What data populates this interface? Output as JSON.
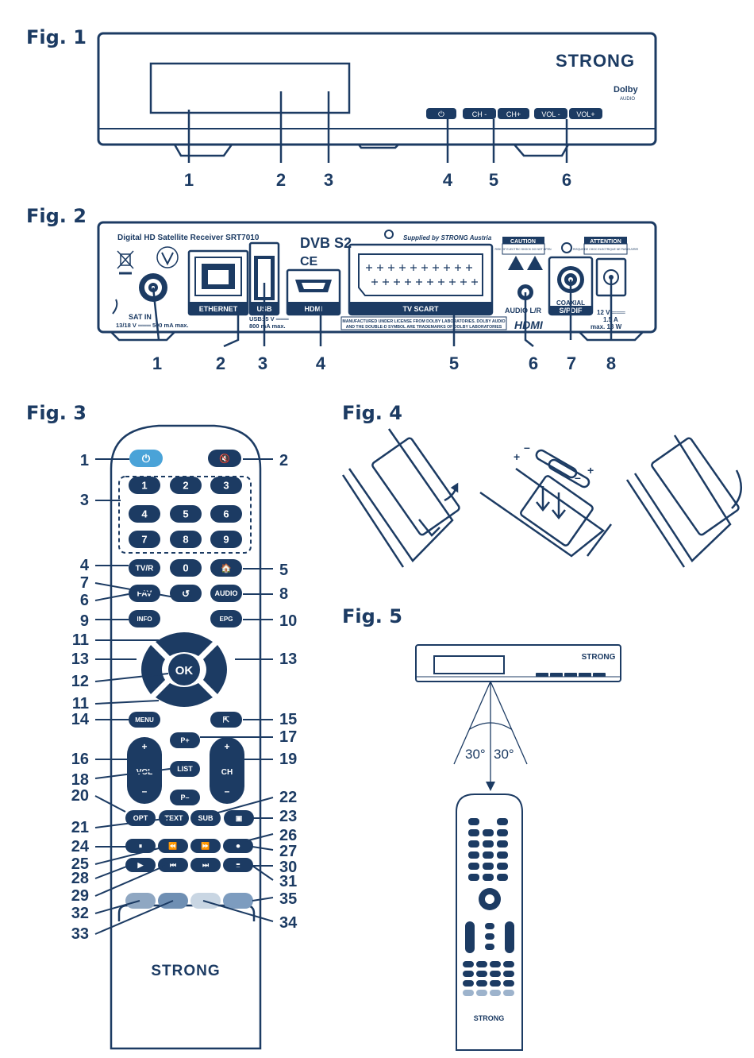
{
  "figures": {
    "fig1": "Fig. 1",
    "fig2": "Fig. 2",
    "fig3": "Fig. 3",
    "fig4": "Fig. 4",
    "fig5": "Fig. 5"
  },
  "brand": {
    "logo": "STRONG",
    "dolby": "Dolby",
    "dolby_sub": "AUDIO"
  },
  "front_panel": {
    "buttons": [
      "⏻",
      "CH -",
      "CH+",
      "VOL -",
      "VOL+"
    ],
    "callouts": [
      "1",
      "2",
      "3",
      "4",
      "5",
      "6"
    ]
  },
  "rear_panel": {
    "model": "Digital HD Satellite Receiver SRT7010",
    "supplied_by": "Supplied by STRONG Austria",
    "dvb": "DVB S2",
    "ce": "CE",
    "caution": "CAUTION",
    "caution_sub": "RISK OF ELECTRIC SHOCK DO NOT OPEN",
    "attention": "ATTENTION",
    "attention_sub": "RISQUE DE CHOC ELECTRIQUE NE PAS OUVRIR",
    "port_labels": {
      "sat_in": "SAT IN",
      "sat_in_spec": "13/18 V ═══ 500 mA max.",
      "ethernet": "ETHERNET",
      "usb": "USB",
      "usb_spec": "USB: 5 V ═══",
      "usb_spec2": "800 mA max.",
      "hdmi": "HDMI",
      "tv_scart": "TV SCART",
      "audio": "AUDIO L/R",
      "coaxial": "COAXIAL",
      "spdif": "S/PDIF",
      "power": "12 V ═══",
      "power2": "1.5 A",
      "power3": "max. 18 W",
      "hdmi_logo": "HDMI"
    },
    "dolby_notice": "MANUFACTURED UNDER LICENSE FROM DOLBY LABORATORIES. DOLBY AUDIO",
    "dolby_notice2": "AND THE DOUBLE-D SYMBOL ARE TRADEMARKS OF DOLBY LABORATORIES",
    "callouts": [
      "1",
      "2",
      "3",
      "4",
      "5",
      "6",
      "7",
      "8"
    ]
  },
  "remote": {
    "keys": {
      "digits": [
        "1",
        "2",
        "3",
        "4",
        "5",
        "6",
        "7",
        "8",
        "9",
        "0"
      ],
      "tvr": "TV/R",
      "fav": "FAV",
      "audio": "AUDIO",
      "info": "INFO",
      "epg": "EPG",
      "ok": "OK",
      "menu": "MENU",
      "vol": "VOL",
      "ch": "CH",
      "list": "LIST",
      "p_plus": "P+",
      "p_minus": "P–",
      "opt": "OPT",
      "text": "TEXT",
      "sub": "SUB",
      "plus": "+",
      "minus": "–"
    },
    "callouts": [
      "1",
      "2",
      "3",
      "4",
      "5",
      "6",
      "7",
      "8",
      "9",
      "10",
      "11",
      "12",
      "13",
      "13",
      "11",
      "14",
      "15",
      "16",
      "17",
      "18",
      "19",
      "20",
      "21",
      "22",
      "23",
      "24",
      "25",
      "26",
      "27",
      "28",
      "29",
      "30",
      "31",
      "32",
      "33",
      "34",
      "35"
    ]
  },
  "fig5": {
    "angle_left": "30°",
    "angle_right": "30°"
  },
  "colors": {
    "primary": "#1c3b63",
    "red": "#e2574c",
    "green": "#8ec78a",
    "yellow": "#f3e07a",
    "blue": "#4aa3d8"
  }
}
